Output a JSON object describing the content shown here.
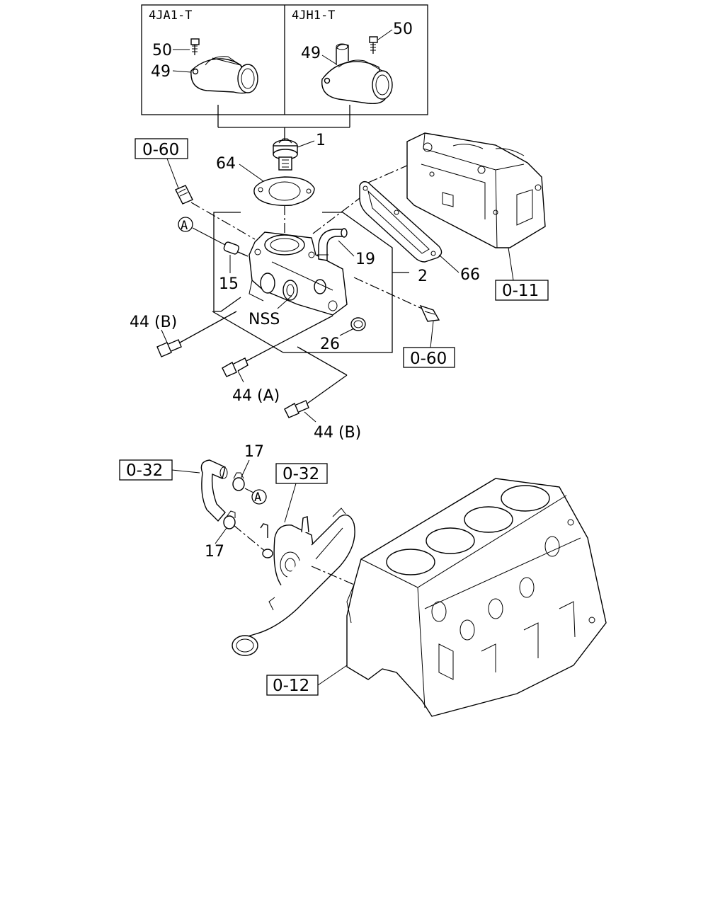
{
  "insets": {
    "left_title": "4JA1-T",
    "right_title": "4JH1-T",
    "left_bolt": "50",
    "left_housing": "49",
    "right_bolt": "50",
    "right_housing": "49"
  },
  "callouts": {
    "thermostat": "1",
    "gasket": "64",
    "hose_pipe": "19",
    "housing_assembly": "2",
    "outlet_gasket": "66",
    "sensor": "15",
    "nss": "NSS",
    "seal_ring": "26",
    "bolt_b_left": "44 (B)",
    "bolt_a": "44 (A)",
    "bolt_b_right": "44 (B)",
    "clip_top": "17",
    "clip_bottom": "17"
  },
  "circle_refs": {
    "a_top": "A",
    "a_bottom": "A"
  },
  "ref_boxes": {
    "ref_060_top": "0-60",
    "ref_060_right": "0-60",
    "ref_011": "0-11",
    "ref_032_left": "0-32",
    "ref_032_center": "0-32",
    "ref_012": "0-12"
  }
}
